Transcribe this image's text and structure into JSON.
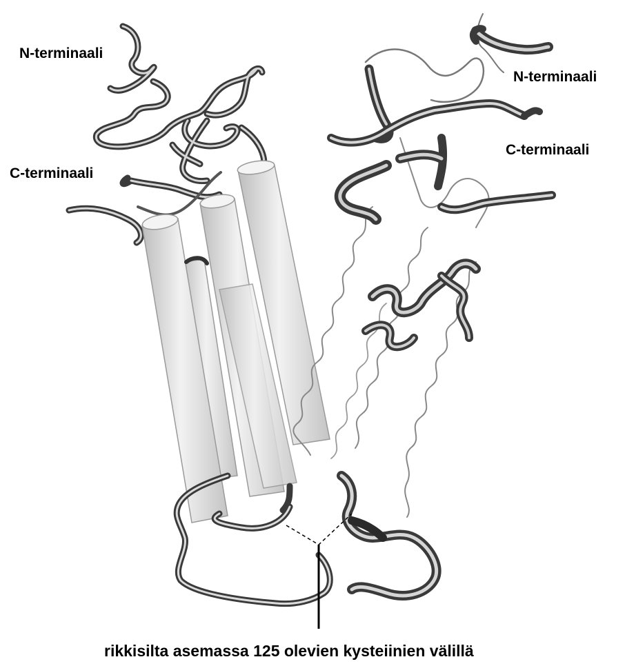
{
  "labels": {
    "left_n_terminal": "N-terminaali",
    "left_c_terminal": "C-terminaali",
    "right_n_terminal": "N-terminaali",
    "right_c_terminal": "C-terminaali",
    "caption": "rikkisilta asemassa 125 olevien kysteiinien välillä"
  },
  "colors": {
    "background": "#ffffff",
    "helix_fill": "#e9e9e9",
    "tube_dark": "#444444",
    "tube_light": "#cfcfcf",
    "line": "#000000"
  }
}
